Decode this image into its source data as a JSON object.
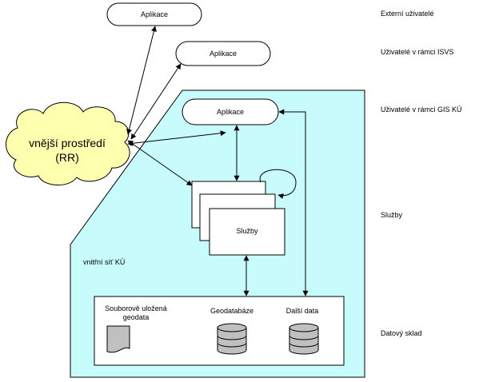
{
  "layers": {
    "external_users": "Externí uživatelé",
    "isvs_users": "Uživatelé v rámci ISVS",
    "gis_users": "Uživatelé v rámci GIS KÚ",
    "services": "Služby",
    "data_store": "Datový sklad"
  },
  "nodes": {
    "app_external": "Aplikace",
    "app_isvs": "Aplikace",
    "app_internal": "Aplikace",
    "services_box": "Služby",
    "internal_network": "vnitřní síť KÚ",
    "cloud_line1": "vnější prostředí",
    "cloud_line2": "(RR)"
  },
  "storage": {
    "file_line1": "Souborově uložená",
    "file_line2": "geodata",
    "geodatabase": "Geodatabáze",
    "other_data": "Další data"
  },
  "colors": {
    "cloud_fill": "#ffffb0",
    "network_fill": "#c8fcfc",
    "file_fill": "#c0c0c0",
    "db_fill": "#c0c0c0"
  }
}
